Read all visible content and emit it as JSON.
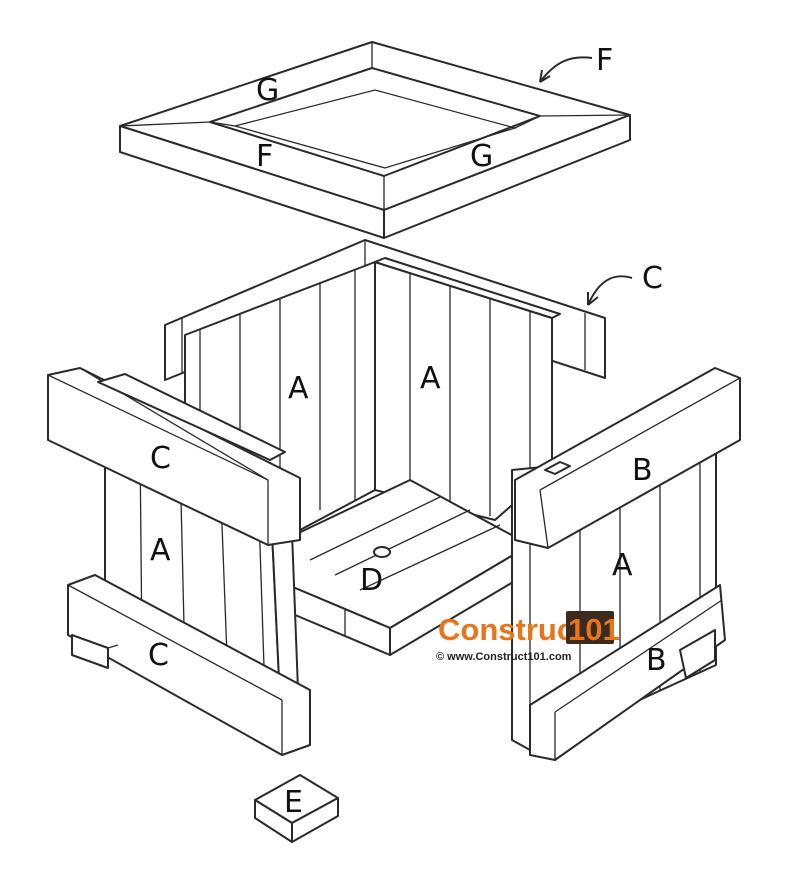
{
  "labels": {
    "F_top": "F",
    "F_frame": "F",
    "G_left": "G",
    "G_right": "G",
    "C_back": "C",
    "A_back_left": "A",
    "A_back_right": "A",
    "C_left_top": "C",
    "A_left": "A",
    "C_left_bottom": "C",
    "B_right_top": "B",
    "A_right": "A",
    "B_right_bottom": "B",
    "D_floor": "D",
    "E_foot": "E"
  },
  "watermark": {
    "brand": "Construct",
    "brand_num": "101",
    "url": "© www.Construct101.com",
    "accent": "#e8751a",
    "box_color": "#3b2a1e"
  }
}
